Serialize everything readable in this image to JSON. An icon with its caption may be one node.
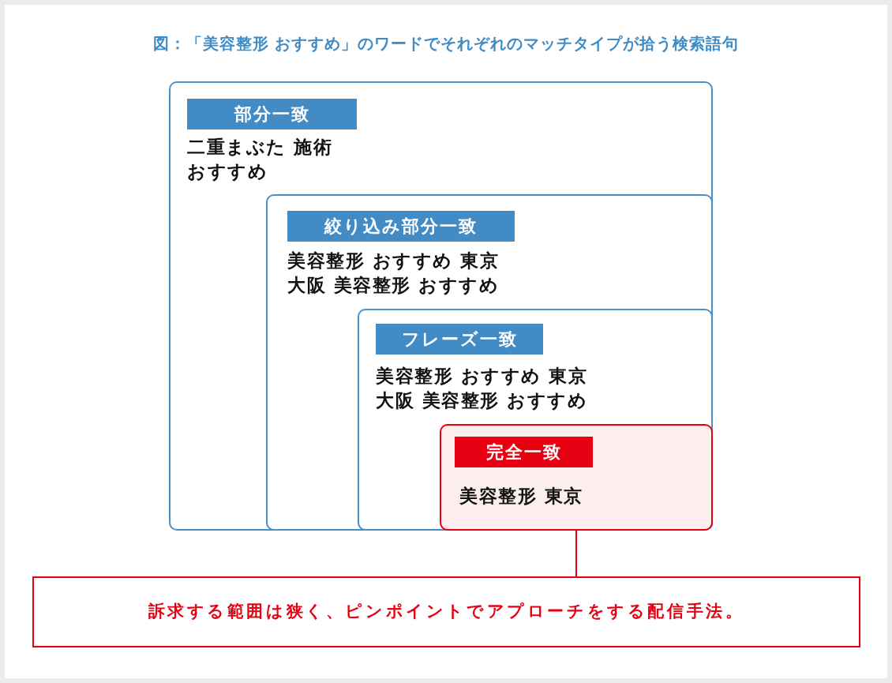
{
  "diagram": {
    "title": "図：「美容整形 おすすめ」のワードでそれぞれのマッチタイプが拾う検索語句",
    "nodes": [
      {
        "text": [
          "部分一致",
          "二重まぶた 施術",
          "おすすめ"
        ]
      },
      {
        "text": [
          "絞り込み部分一致",
          "美容整形 おすすめ 東京",
          "大阪 美容整形 おすすめ"
        ],
        "in": 0
      },
      {
        "text": [
          "フレーズ一致",
          "美容整形 おすすめ 東京",
          "大阪 美容整形 おすすめ"
        ],
        "in": 1
      },
      {
        "text": [
          "完全一致",
          "美容整形 東京"
        ],
        "in": 2
      },
      {
        "text": [
          "訴求する範囲は狭く、ピンポイントでアプローチをする配信手法。"
        ]
      }
    ],
    "edges": [
      {
        "from": 4,
        "to": 3,
        "arrow": "none"
      }
    ]
  }
}
